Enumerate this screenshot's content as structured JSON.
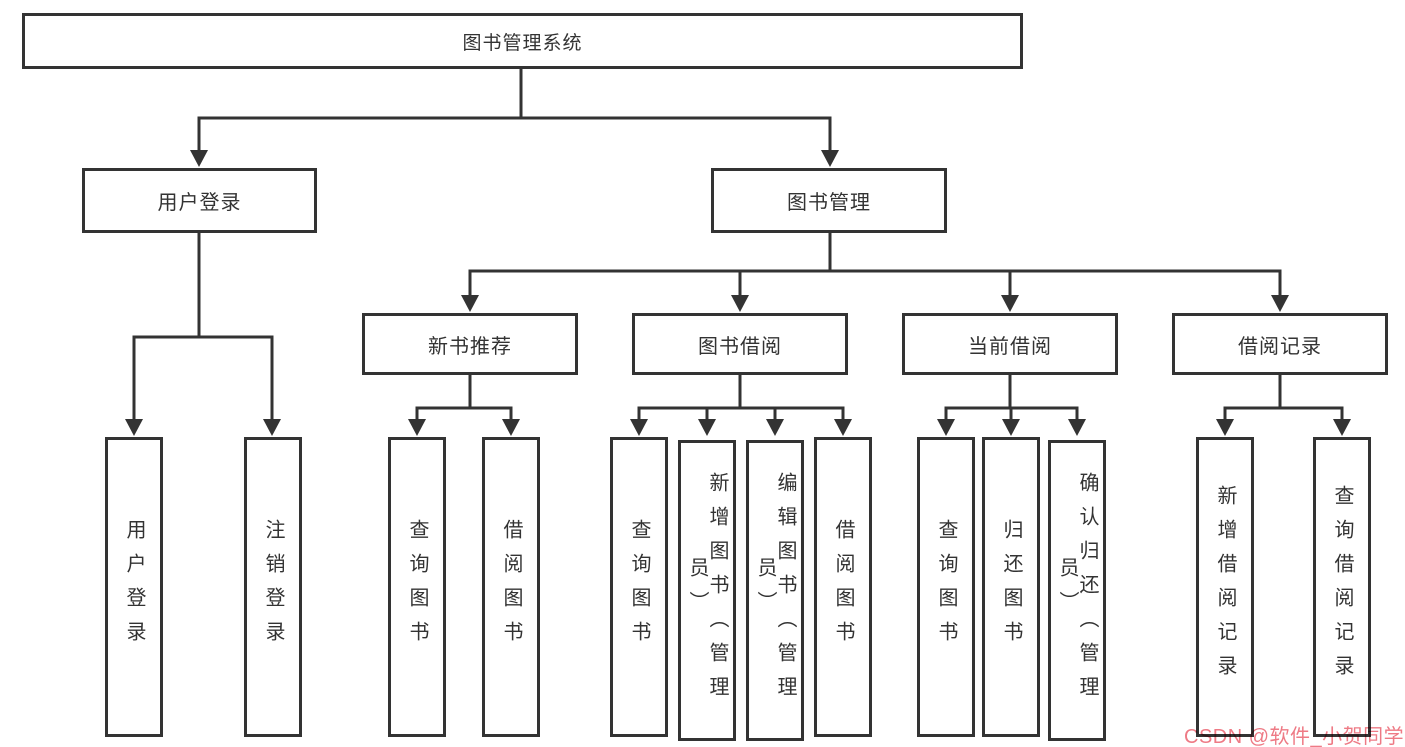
{
  "diagram": {
    "root": {
      "label": "图书管理系统"
    },
    "branches": [
      {
        "label": "用户登录",
        "children": [
          {
            "label": "用户登录"
          },
          {
            "label": "注销登录"
          }
        ]
      },
      {
        "label": "图书管理",
        "groups": [
          {
            "label": "新书推荐",
            "children": [
              {
                "label": "查询图书"
              },
              {
                "label": "借阅图书"
              }
            ]
          },
          {
            "label": "图书借阅",
            "children": [
              {
                "label": "查询图书"
              },
              {
                "label": "新增图书（管理员）"
              },
              {
                "label": "编辑图书（管理员）"
              },
              {
                "label": "借阅图书"
              }
            ]
          },
          {
            "label": "当前借阅",
            "children": [
              {
                "label": "查询图书"
              },
              {
                "label": "归还图书"
              },
              {
                "label": "确认归还（管理员）"
              }
            ]
          },
          {
            "label": "借阅记录",
            "children": [
              {
                "label": "新增借阅记录"
              },
              {
                "label": "查询借阅记录"
              }
            ]
          }
        ]
      }
    ],
    "watermark": "CSDN @软件_小贺同学",
    "colors": {
      "line": "#333333",
      "box_fill": "#ffffff",
      "text": "#333333",
      "background": "#ffffff",
      "watermark": "#ee7a85"
    }
  }
}
